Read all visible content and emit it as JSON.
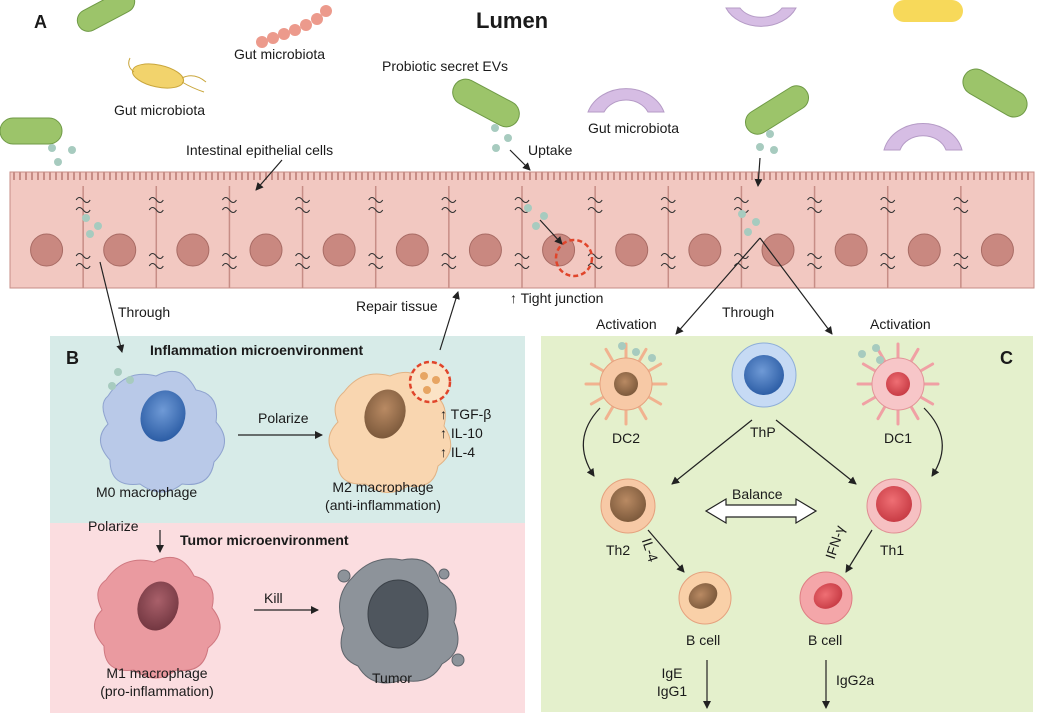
{
  "panel_a": {
    "letter": "A",
    "title": "Lumen",
    "gut_microbiota_1": "Gut microbiota",
    "gut_microbiota_2": "Gut microbiota",
    "gut_microbiota_3": "Gut microbiota",
    "probiotic": "Probiotic secret EVs",
    "epithelial": "Intestinal epithelial cells",
    "uptake": "Uptake",
    "tight_junction": "↑ Tight junction",
    "through_left": "Through",
    "repair": "Repair tissue",
    "through_right": "Through",
    "activation_left": "Activation",
    "activation_right": "Activation"
  },
  "panel_b": {
    "letter": "B",
    "inflammation_title": "Inflammation microenvironment",
    "tumor_title": "Tumor microenvironment",
    "m0": "M0 macrophage",
    "polarize_right": "Polarize",
    "polarize_down": "Polarize",
    "m2_line1": "M2 macrophage",
    "m2_line2": "(anti-inflammation)",
    "cytokines": [
      "↑ TGF-β",
      "↑ IL-10",
      "↑ IL-4"
    ],
    "m1_line1": "M1 macrophage",
    "m1_line2": "(pro-inflammation)",
    "kill": "Kill",
    "tumor": "Tumor"
  },
  "panel_c": {
    "letter": "C",
    "dc2": "DC2",
    "thp": "ThP",
    "dc1": "DC1",
    "th2": "Th2",
    "th1": "Th1",
    "balance": "Balance",
    "il4": "IL-4",
    "ifn": "IFN-γ",
    "bcell_left": "B cell",
    "bcell_right": "B cell",
    "ig_left": [
      "IgE",
      "IgG1"
    ],
    "ig_right": "IgG2a"
  },
  "colors": {
    "inflammation_bg": "#d7ebe8",
    "tumor_bg": "#fbdde0",
    "panel_c_bg": "#e4f0cc",
    "epithelium": "#f2c8c1",
    "nucleus": "#c98880",
    "highlight_ring": "#e0452b"
  }
}
